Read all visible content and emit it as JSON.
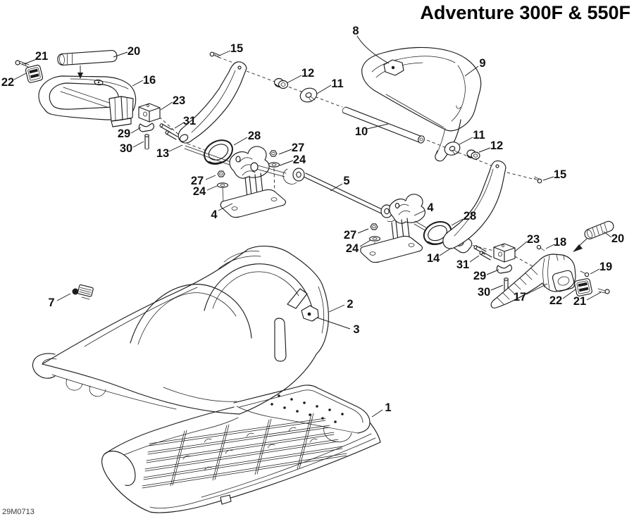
{
  "title": "Adventure 300F & 550F",
  "doc_code": "29M0713",
  "diagram": {
    "type": "exploded-parts-diagram",
    "callouts": {
      "c1": {
        "label": "1"
      },
      "c2": {
        "label": "2"
      },
      "c3": {
        "label": "3"
      },
      "c4a": {
        "label": "4"
      },
      "c4b": {
        "label": "4"
      },
      "c5": {
        "label": "5"
      },
      "c7": {
        "label": "7"
      },
      "c8": {
        "label": "8"
      },
      "c9": {
        "label": "9"
      },
      "c10": {
        "label": "10"
      },
      "c11a": {
        "label": "11"
      },
      "c11b": {
        "label": "11"
      },
      "c12a": {
        "label": "12"
      },
      "c12b": {
        "label": "12"
      },
      "c13": {
        "label": "13"
      },
      "c14": {
        "label": "14"
      },
      "c15a": {
        "label": "15"
      },
      "c15b": {
        "label": "15"
      },
      "c16": {
        "label": "16"
      },
      "c17": {
        "label": "17"
      },
      "c18": {
        "label": "18"
      },
      "c19": {
        "label": "19"
      },
      "c20a": {
        "label": "20"
      },
      "c20b": {
        "label": "20"
      },
      "c21a": {
        "label": "21"
      },
      "c21b": {
        "label": "21"
      },
      "c22a": {
        "label": "22"
      },
      "c22b": {
        "label": "22"
      },
      "c23a": {
        "label": "23"
      },
      "c23b": {
        "label": "23"
      },
      "c24a": {
        "label": "24"
      },
      "c24b": {
        "label": "24"
      },
      "c24c": {
        "label": "24"
      },
      "c27a": {
        "label": "27"
      },
      "c27b": {
        "label": "27"
      },
      "c27c": {
        "label": "27"
      },
      "c28a": {
        "label": "28"
      },
      "c28b": {
        "label": "28"
      },
      "c29a": {
        "label": "29"
      },
      "c29b": {
        "label": "29"
      },
      "c30a": {
        "label": "30"
      },
      "c30b": {
        "label": "30"
      },
      "c31a": {
        "label": "31"
      },
      "c31b": {
        "label": "31"
      }
    }
  }
}
